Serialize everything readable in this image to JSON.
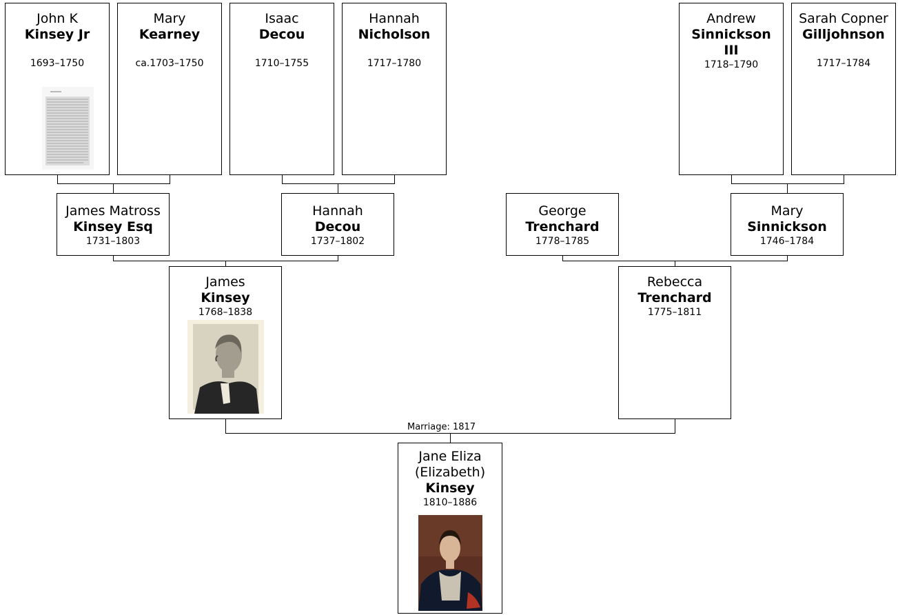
{
  "people": {
    "john_kinsey_jr": {
      "first": "John K",
      "last": "Kinsey Jr",
      "dates": "1693–1750"
    },
    "mary_kearney": {
      "first": "Mary",
      "last": "Kearney",
      "dates": "ca.1703–1750"
    },
    "isaac_decou": {
      "first": "Isaac",
      "last": "Decou",
      "dates": "1710–1755"
    },
    "hannah_nicholson": {
      "first": "Hannah",
      "last": "Nicholson",
      "dates": "1717–1780"
    },
    "andrew_sinnickson": {
      "first": "Andrew",
      "last": "Sinnickson III",
      "dates": "1718–1790"
    },
    "sarah_gilljohnson": {
      "first": "Sarah Copner",
      "last": "Gilljohnson",
      "dates": "1717–1784"
    },
    "james_matross_kinsey": {
      "first": "James Matross",
      "last": "Kinsey Esq",
      "dates": "1731–1803"
    },
    "hannah_decou": {
      "first": "Hannah",
      "last": "Decou",
      "dates": "1737–1802"
    },
    "george_trenchard": {
      "first": "George",
      "last": "Trenchard",
      "dates": "1778–1785"
    },
    "mary_sinnickson": {
      "first": "Mary",
      "last": "Sinnickson",
      "dates": "1746–1784"
    },
    "james_kinsey": {
      "first": "James",
      "last": "Kinsey",
      "dates": "1768–1838"
    },
    "rebecca_trenchard": {
      "first": "Rebecca",
      "last": "Trenchard",
      "dates": "1775–1811"
    },
    "jane_eliza_kinsey": {
      "first": "Jane Eliza (Elizabeth)",
      "last": "Kinsey",
      "dates": "1810–1886"
    }
  },
  "marriage_label": "Marriage: 1817",
  "colors": {
    "border": "#000000",
    "background": "#ffffff"
  }
}
